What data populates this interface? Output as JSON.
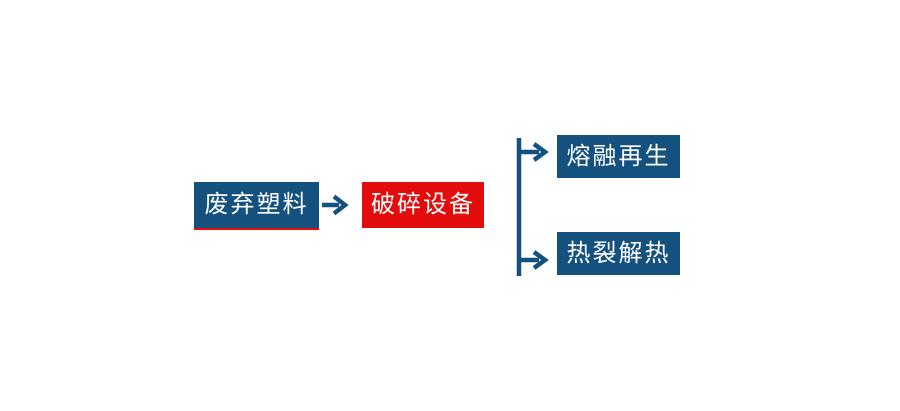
{
  "diagram": {
    "colors": {
      "primary_blue": "#14517F",
      "accent_red": "#E30C0C",
      "text": "#FFFFFF",
      "background": "#FFFFFF"
    },
    "nodes": {
      "waste_plastic": {
        "label": "废弃塑料"
      },
      "crushing_equipment": {
        "label": "破碎设备"
      },
      "melt_regeneration": {
        "label": "熔融再生"
      },
      "pyrolysis_heat": {
        "label": "热裂解热"
      }
    },
    "icons": {
      "main_connector": "arrow-right-icon",
      "branch_connector": "split-branch-arrows-icon"
    }
  }
}
